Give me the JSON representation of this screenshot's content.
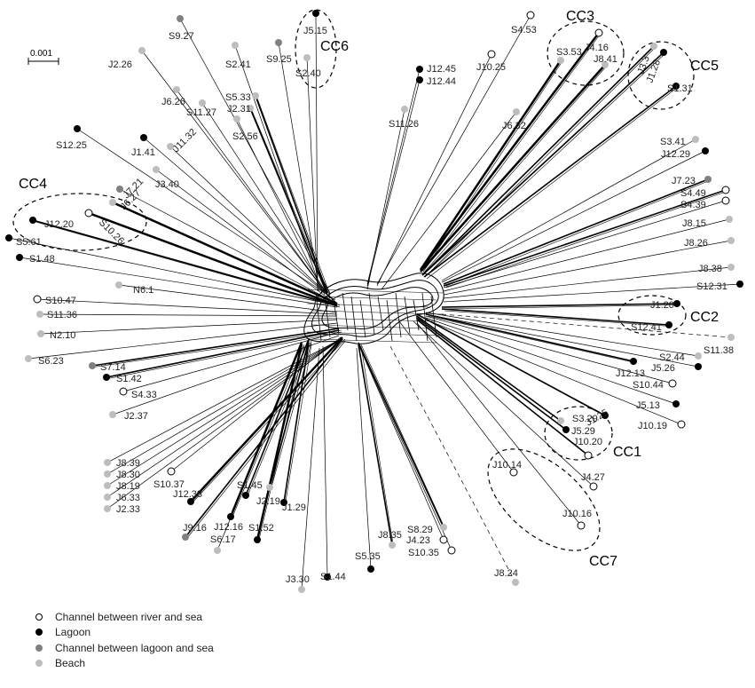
{
  "colors": {
    "river_sea": "#ffffff",
    "lagoon": "#000000",
    "lagoon_sea": "#808080",
    "beach": "#bdbdbd"
  },
  "scale_label": "0.001",
  "clusters": [
    {
      "name": "CC1"
    },
    {
      "name": "CC2"
    },
    {
      "name": "CC3"
    },
    {
      "name": "CC4"
    },
    {
      "name": "CC5"
    },
    {
      "name": "CC6"
    },
    {
      "name": "CC7"
    }
  ],
  "samples": [
    {
      "id": "S9.27",
      "type": "lagoon_sea"
    },
    {
      "id": "J5.15",
      "type": "lagoon"
    },
    {
      "id": "S9.25",
      "type": "lagoon_sea"
    },
    {
      "id": "S2.40",
      "type": "beach"
    },
    {
      "id": "S2.41",
      "type": "beach"
    },
    {
      "id": "J2.26",
      "type": "beach"
    },
    {
      "id": "S5.33",
      "type": "beach"
    },
    {
      "id": "J2.31",
      "type": "beach"
    },
    {
      "id": "J6.26",
      "type": "beach"
    },
    {
      "id": "S11.27",
      "type": "beach"
    },
    {
      "id": "S2.56",
      "type": "beach"
    },
    {
      "id": "J12.45",
      "type": "lagoon"
    },
    {
      "id": "J12.44",
      "type": "lagoon"
    },
    {
      "id": "S11.26",
      "type": "beach"
    },
    {
      "id": "S4.53",
      "type": "river_sea"
    },
    {
      "id": "J10.25",
      "type": "river_sea"
    },
    {
      "id": "J6.32",
      "type": "beach"
    },
    {
      "id": "S3.53",
      "type": "beach"
    },
    {
      "id": "J4.16",
      "type": "river_sea"
    },
    {
      "id": "J8.41",
      "type": "beach"
    },
    {
      "id": "J3.3",
      "type": "beach"
    },
    {
      "id": "J1.28",
      "type": "lagoon"
    },
    {
      "id": "S1.31",
      "type": "lagoon"
    },
    {
      "id": "S12.25",
      "type": "lagoon"
    },
    {
      "id": "J1.41",
      "type": "lagoon"
    },
    {
      "id": "J11.32",
      "type": "beach"
    },
    {
      "id": "J3.40",
      "type": "beach"
    },
    {
      "id": "J7.21",
      "type": "lagoon_sea"
    },
    {
      "id": "J6.27",
      "type": "beach"
    },
    {
      "id": "S10.26",
      "type": "river_sea"
    },
    {
      "id": "J12.20",
      "type": "lagoon"
    },
    {
      "id": "S5.61",
      "type": "lagoon"
    },
    {
      "id": "S1.48",
      "type": "lagoon"
    },
    {
      "id": "S3.41",
      "type": "beach"
    },
    {
      "id": "J12.29",
      "type": "lagoon"
    },
    {
      "id": "J7.23",
      "type": "lagoon_sea"
    },
    {
      "id": "S4.49",
      "type": "river_sea"
    },
    {
      "id": "S4.39",
      "type": "river_sea"
    },
    {
      "id": "J8.15",
      "type": "beach"
    },
    {
      "id": "J8.26",
      "type": "beach"
    },
    {
      "id": "J8.38",
      "type": "beach"
    },
    {
      "id": "S12.31",
      "type": "lagoon"
    },
    {
      "id": "N6.1",
      "type": "beach"
    },
    {
      "id": "S10.47",
      "type": "river_sea"
    },
    {
      "id": "S11.36",
      "type": "beach"
    },
    {
      "id": "N2.10",
      "type": "beach"
    },
    {
      "id": "S6.23",
      "type": "beach"
    },
    {
      "id": "J1.20",
      "type": "lagoon"
    },
    {
      "id": "S12.41",
      "type": "lagoon"
    },
    {
      "id": "S11.38",
      "type": "beach"
    },
    {
      "id": "S7.14",
      "type": "lagoon_sea"
    },
    {
      "id": "S1.42",
      "type": "lagoon"
    },
    {
      "id": "S4.33",
      "type": "river_sea"
    },
    {
      "id": "J2.37",
      "type": "beach"
    },
    {
      "id": "S2.44",
      "type": "beach"
    },
    {
      "id": "J12.13",
      "type": "lagoon"
    },
    {
      "id": "J5.26",
      "type": "lagoon"
    },
    {
      "id": "S10.44",
      "type": "river_sea"
    },
    {
      "id": "J5.13",
      "type": "lagoon"
    },
    {
      "id": "J10.19",
      "type": "river_sea"
    },
    {
      "id": "J1.25",
      "type": "lagoon"
    },
    {
      "id": "S3.29",
      "type": "beach"
    },
    {
      "id": "J5.29",
      "type": "lagoon"
    },
    {
      "id": "J10.20",
      "type": "river_sea"
    },
    {
      "id": "J10.14",
      "type": "river_sea"
    },
    {
      "id": "J4.27",
      "type": "river_sea"
    },
    {
      "id": "J10.16",
      "type": "river_sea"
    },
    {
      "id": "J8.39",
      "type": "beach"
    },
    {
      "id": "J8.30",
      "type": "beach"
    },
    {
      "id": "J8.19",
      "type": "beach"
    },
    {
      "id": "J6.33",
      "type": "beach"
    },
    {
      "id": "J2.33",
      "type": "beach"
    },
    {
      "id": "S10.37",
      "type": "river_sea"
    },
    {
      "id": "J12.38",
      "type": "lagoon"
    },
    {
      "id": "S1.45",
      "type": "lagoon"
    },
    {
      "id": "J2.19",
      "type": "beach"
    },
    {
      "id": "J1.29",
      "type": "lagoon"
    },
    {
      "id": "J9.16",
      "type": "lagoon_sea"
    },
    {
      "id": "J12.16",
      "type": "lagoon"
    },
    {
      "id": "S1.52",
      "type": "lagoon"
    },
    {
      "id": "S6.17",
      "type": "beach"
    },
    {
      "id": "S8.29",
      "type": "beach"
    },
    {
      "id": "J8.35",
      "type": "beach"
    },
    {
      "id": "J4.23",
      "type": "river_sea"
    },
    {
      "id": "S10.35",
      "type": "river_sea"
    },
    {
      "id": "S5.35",
      "type": "lagoon"
    },
    {
      "id": "J3.30",
      "type": "beach"
    },
    {
      "id": "S1.44",
      "type": "lagoon"
    },
    {
      "id": "J8.24",
      "type": "beach"
    }
  ],
  "legend": [
    {
      "label": "Channel between river and sea",
      "type": "river_sea"
    },
    {
      "label": "Lagoon",
      "type": "lagoon"
    },
    {
      "label": "Channel between lagoon and sea",
      "type": "lagoon_sea"
    },
    {
      "label": "Beach",
      "type": "beach"
    }
  ]
}
